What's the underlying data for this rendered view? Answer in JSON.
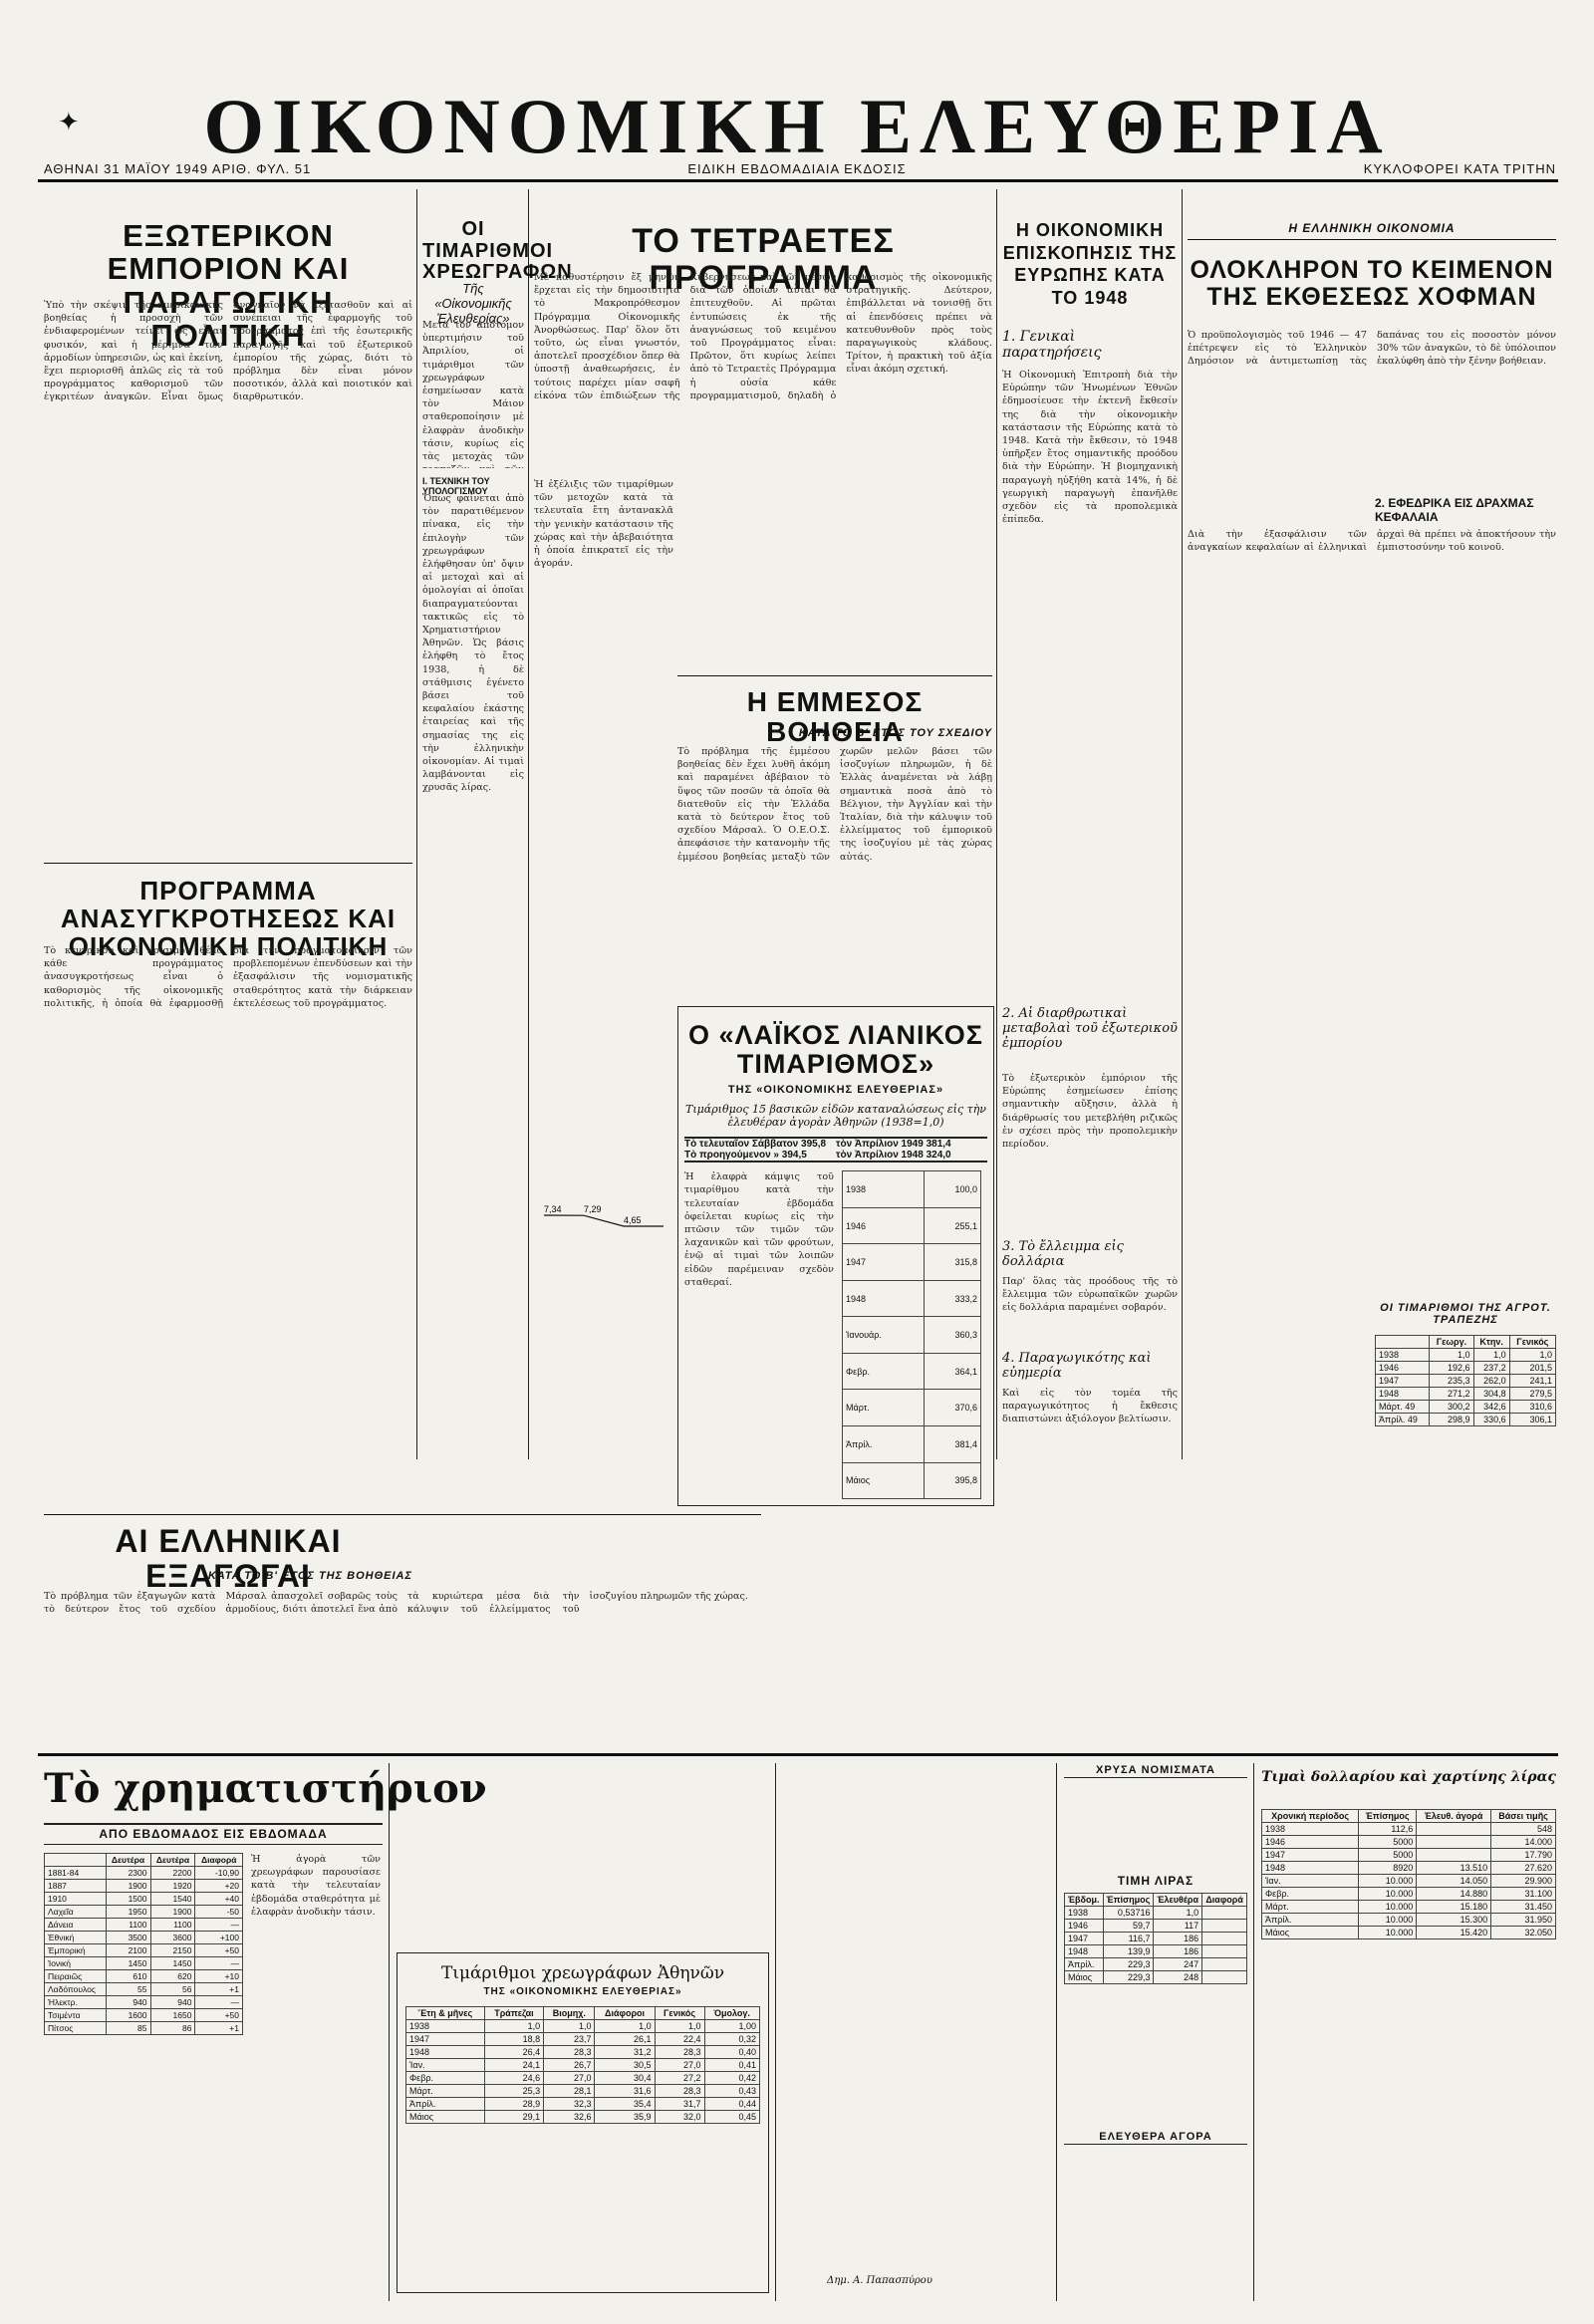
{
  "masthead": {
    "title": "ΟΙΚΟΝΟΜΙΚΗ ΕΛΕΥΘΕΡΙΑ",
    "date_issue": "ΑΘΗΝΑΙ 31 ΜΑΪΟΥ 1949 ΑΡΙΘ. ΦΥΛ. 51",
    "edition": "ΕΙΔΙΚΗ ΕΒΔΟΜΑΔΙΑΙΑ ΕΚΔΟΣΙΣ",
    "schedule": "ΚΥΚΛΟΦΟΡΕΙ ΚΑΤΑ ΤΡΙΤΗΝ"
  },
  "col1": {
    "h1": "ΕΞΩΤΕΡΙΚΟΝ ΕΜΠΟΡΙΟΝ ΚΑΙ ΠΑΡΑΓΩΓΙΚΗ ΠΟΛΙΤΙΚΗ",
    "t1": "Ὑπὸ τὴν σκέψιν τῆς ἀμερικανικῆς βοηθείας ἡ προσοχὴ τῶν ἐνδιαφερομένων τείνει ὡς εἶναι φυσικόν, καὶ ἡ μέριμνα τῶν ἀρμοδίων ὑπηρεσιῶν, ὡς καὶ ἐκείνη, ἔχει περιορισθῆ ἁπλῶς εἰς τὰ τοῦ προγράμματος καθορισμοῦ τῶν ἐγκριτέων ἀναγκῶν. Εἶναι ὅμως ἀναγκαῖον νὰ ἐξετασθοῦν καὶ αἱ συνέπειαι τῆς ἐφαρμογῆς τοῦ προγράμματος ἐπὶ τῆς ἐσωτερικῆς παραγωγῆς καὶ τοῦ ἐξωτερικοῦ ἐμπορίου τῆς χώρας, διότι τὸ πρόβλημα δὲν εἶναι μόνον ποσοτικόν, ἀλλὰ καὶ ποιοτικόν καὶ διαρθρωτικόν.",
    "h2": "ΠΡΟΓΡΑΜΜΑ ΑΝΑΣΥΓΚΡΟΤΗΣΕΩΣ ΚΑΙ ΟΙΚΟΝΟΜΙΚΗ ΠΟΛΙΤΙΚΗ",
    "t2": "Τὸ κεντρικὸν καὶ κρίσιμον θέμα κάθε προγράμματος ἀνασυγκροτήσεως εἶναι ὁ καθορισμὸς τῆς οἰκονομικῆς πολιτικῆς, ἡ ὁποία θὰ ἐφαρμοσθῇ διὰ τὴν πραγματοποίησιν τῶν προβλεπομένων ἐπενδύσεων καὶ τὴν ἐξασφάλισιν τῆς νομισματικῆς σταθερότητος κατὰ τὴν διάρκειαν ἐκτελέσεως τοῦ προγράμματος.",
    "h3": "ΑΙ ΕΛΛΗΝΙΚΑΙ ΕΞΑΓΩΓΑΙ",
    "s3": "ΚΑΤΑ ΤΟ Β' ΕΤΟΣ ΤΗΣ ΒΟΗΘΕΙΑΣ",
    "t3": "Τὸ πρόβλημα τῶν ἐξαγωγῶν κατὰ τὸ δεύτερον ἔτος τοῦ σχεδίου Μάρσαλ ἀπασχολεῖ σοβαρῶς τοὺς ἀρμοδίους, διότι ἀποτελεῖ ἕνα ἀπὸ τὰ κυριώτερα μέσα διὰ τὴν κάλυψιν τοῦ ἐλλείμματος τοῦ ἰσοζυγίου πληρωμῶν τῆς χώρας."
  },
  "col2": {
    "h1": "ΟΙ ΤΙΜΑΡΙΘΜΟΙ ΧΡΕΩΓΡΑΦΩΝ",
    "sub1": "Τῆς «Οἰκονομικῆς Ἐλευθερίας»",
    "t1": "Μετὰ τὸν ἀπότομον ὑπερτιμήσιν τοῦ Ἀπριλίου, οἱ τιμάριθμοι τῶν χρεωγράφων ἐσημείωσαν κατὰ τὸν Μάιον σταθεροποίησιν μὲ ἐλαφρὰν ἀνοδικὴν τάσιν, κυρίως εἰς τὰς μετοχὰς τῶν τραπεζῶν καὶ τῶν βιομηχανικῶν ἐπιχειρήσεων.",
    "sub2": "I. ΤΕΧΝΙΚΗ ΤΟΥ ΥΠΟΛΟΓΙΣΜΟΥ",
    "t2": "Ὅπως φαίνεται ἀπὸ τὸν παρατιθέμενον πίνακα, εἰς τὴν ἐπιλογὴν τῶν χρεωγράφων ἐλήφθησαν ὑπ' ὄψιν αἱ μετοχαὶ καὶ αἱ ὁμολογίαι αἱ ὁποῖαι διαπραγματεύονται τακτικῶς εἰς τὸ Χρηματιστήριον Ἀθηνῶν. Ὡς βάσις ἐλήφθη τὸ ἔτος 1938, ἡ δὲ στάθμισις ἐγένετο βάσει τοῦ κεφαλαίου ἑκάστης ἐταιρείας καὶ τῆς σημασίας της εἰς τὴν ἑλληνικὴν οἰκονομίαν. Αἱ τιμαὶ λαμβάνονται εἰς χρυσᾶς λίρας.",
    "t3": "Ἡ ἐξέλιξις τῶν τιμαρίθμων τῶν μετοχῶν κατὰ τὰ τελευταῖα ἔτη ἀντανακλᾶ τὴν γενικὴν κατάστασιν τῆς χώρας καὶ τὴν ἀβεβαιότητα ἡ ὁποία ἐπικρατεῖ εἰς τὴν ἀγοράν."
  },
  "center": {
    "h1": "ΤΟ ΤΕΤΡΑΕΤΕΣ ΠΡΟΓΡΑΜΜΑ",
    "t1": "Μὲ καθυστέρησιν ἕξ μηνῶν ἔρχεται εἰς τὴν δημοσιότητα τὸ Μακροπρόθεσμον Πρόγραμμα Οἰκονομικῆς Ἀνορθώσεως. Παρ' ὅλον ὅτι τοῦτο, ὡς εἶναι γνωστόν, ἀποτελεῖ προσχέδιον ὅπερ θὰ ὑποστῇ ἀναθεωρήσεις, ἐν τούτοις παρέχει μίαν σαφῆ εἰκόνα τῶν ἐπιδιώξεων τῆς Κυβερνήσεως καὶ τῶν μέσων διὰ τῶν ὁποίων αὗται θὰ ἐπιτευχθοῦν. Αἱ πρῶται ἐντυπώσεις ἐκ τῆς ἀναγνώσεως τοῦ κειμένου τοῦ Προγράμματος εἶναι: Πρῶτον, ὅτι κυρίως λείπει ἀπὸ τὸ Τετραετὲς Πρόγραμμα ἡ οὐσία κάθε προγραμματισμοῦ, δηλαδὴ ὁ καθορισμὸς τῆς οἰκονομικῆς στρατηγικῆς. Δεύτερον, ἐπιβάλλεται νὰ τονισθῇ ὅτι αἱ ἐπενδύσεις πρέπει νὰ κατευθυνθοῦν πρὸς τοὺς παραγωγικοὺς κλάδους. Τρίτον, ἡ πρακτικὴ τοῦ ἀξία εἶναι ἀκόμη σχετική.",
    "h2": "Η ΕΜΜΕΣΟΣ ΒΟΗΘΕΙΑ",
    "s2": "ΚΑΤΑ ΤΟ Β' ΕΤΟΣ ΤΟΥ ΣΧΕΔΙΟΥ",
    "t2": "Τὸ πρόβλημα τῆς ἐμμέσου βοηθείας δὲν ἔχει λυθῆ ἀκόμη καὶ παραμένει ἀβέβαιον τὸ ὕψος τῶν ποσῶν τὰ ὁποῖα θὰ διατεθοῦν εἰς τὴν Ἑλλάδα κατὰ τὸ δεύτερον ἔτος τοῦ σχεδίου Μάρσαλ. Ὁ Ο.Ε.Ο.Σ. ἀπεφάσισε τὴν κατανομὴν τῆς ἐμμέσου βοηθείας μεταξὺ τῶν χωρῶν μελῶν βάσει τῶν ἰσοζυγίων πληρωμῶν, ἡ δὲ Ἑλλὰς ἀναμένεται νὰ λάβῃ σημαντικὰ ποσὰ ἀπὸ τὸ Βέλγιον, τὴν Ἀγγλίαν καὶ τὴν Ἰταλίαν, διὰ τὴν κάλυψιν τοῦ ἐλλείμματος τοῦ ἐμπορικοῦ της ἰσοζυγίου μὲ τὰς χώρας αὐτάς.",
    "h3": "Ο «ΛΑΪΚΟΣ ΛΙΑΝΙΚΟΣ ΤΙΜΑΡΙΘΜΟΣ»",
    "s3": "ΤΗΣ «ΟΙΚΟΝΟΜΙΚΗΣ ΕΛΕΥΘΕΡΙΑΣ»",
    "s3b": "Τιμάριθμος 15 βασικῶν εἰδῶν καταναλώσεως εἰς τὴν ἐλευθέραν ἀγορὰν Ἀθηνῶν (1938=1,0)",
    "r1a": "Τὸ τελευταῖον Σάββατον 395,8",
    "r1b": "τὸν Ἀπρίλιον 1949  381,4",
    "r2a": "Τὸ προηγούμενον  »  394,5",
    "r2b": "τὸν Ἀπρίλιον 1948  324,0",
    "t3": "Ἡ ἐλαφρὰ κάμψις τοῦ τιμαρίθμου κατὰ τὴν τελευταίαν ἑβδομάδα ὀφείλεται κυρίως εἰς τὴν πτῶσιν τῶν τιμῶν τῶν λαχανικῶν καὶ τῶν φρούτων, ἐνῷ αἱ τιμαὶ τῶν λοιπῶν εἰδῶν παρέμειναν σχεδὸν σταθεραί."
  },
  "col4": {
    "h1": "Η ΟΙΚΟΝΟΜΙΚΗ ΕΠΙΣΚΟΠΗΣΙΣ ΤΗΣ ΕΥΡΩΠΗΣ ΚΑΤΑ ΤΟ 1948",
    "sub1": "1. Γενικαὶ παρατηρήσεις",
    "t1": "Ἡ Οἰκονομικὴ Ἐπιτροπὴ διὰ τὴν Εὐρώπην τῶν Ἡνωμένων Ἐθνῶν ἐδημοσίευσε τὴν ἐκτενῆ ἔκθεσίν της διὰ τὴν οἰκονομικὴν κατάστασιν τῆς Εὐρώπης κατὰ τὸ 1948. Κατὰ τὴν ἔκθεσιν, τὸ 1948 ὑπῆρξεν ἔτος σημαντικῆς προόδου διὰ τὴν Εὐρώπην. Ἡ βιομηχανικὴ παραγωγὴ ηὐξήθη κατὰ 14%, ἡ δὲ γεωργικὴ παραγωγὴ ἐπανῆλθε σχεδὸν εἰς τὰ προπολεμικὰ ἐπίπεδα.",
    "sub2": "2. Αἱ διαρθρωτικαὶ μεταβολαὶ τοῦ ἐξωτερικοῦ ἐμπορίου",
    "t2": "Τὸ ἐξωτερικὸν ἐμπόριον τῆς Εὐρώπης ἐσημείωσεν ἐπίσης σημαντικὴν αὔξησιν, ἀλλὰ ἡ διάρθρωσίς του μετεβλήθη ριζικῶς ἐν σχέσει πρὸς τὴν προπολεμικὴν περίοδον.",
    "sub3": "3. Τὸ ἔλλειμμα εἰς δολλάρια",
    "t3": "Παρ' ὅλας τὰς προόδους τῆς τὸ ἔλλειμμα τῶν εὐρωπαϊκῶν χωρῶν εἰς δολλάρια παραμένει σοβαρόν.",
    "sub4": "4. Παραγωγικότης καὶ εὐημερία",
    "t4": "Καὶ εἰς τὸν τομέα τῆς παραγωγικότητος ἡ ἔκθεσις διαπιστώνει ἀξιόλογον βελτίωσιν."
  },
  "col5": {
    "kicker": "Η ΕΛΛΗΝΙΚΗ ΟΙΚΟΝΟΜΙΑ",
    "h1": "ΟΛΟΚΛΗΡΟΝ ΤΟ ΚΕΙΜΕΝΟΝ ΤΗΣ ΕΚΘΕΣΕΩΣ ΧΟΦΜΑΝ",
    "t1": "Ὁ προϋπολογισμὸς τοῦ 1946 — 47 ἐπέτρεψεν εἰς τὸ Ἑλληνικὸν Δημόσιον νὰ ἀντιμετωπίσῃ τὰς δαπάνας του εἰς ποσοστὸν μόνον 30% τῶν ἀναγκῶν, τὸ δὲ ὑπόλοιπον ἐκαλύφθη ἀπὸ τὴν ξένην βοήθειαν.",
    "sub2": "2. ΕΦΕΔΡΙΚΑ ΕΙΣ ΔΡΑΧΜΑΣ ΚΕΦΑΛΑΙΑ",
    "t2": "Διὰ τὴν ἐξασφάλισιν τῶν ἀναγκαίων κεφαλαίων αἱ ἑλληνικαὶ ἀρχαὶ θὰ πρέπει νὰ ἀποκτήσουν τὴν ἐμπιστοσύνην τοῦ κοινοῦ.",
    "h3": "ΟΙ ΤΙΜΑΡΙΘΜΟΙ ΤΗΣ ΑΓΡΟΤ. ΤΡΑΠΕΖΗΣ"
  },
  "bottom": {
    "stock_title": "Τὸ χρηματιστήριον",
    "stock_sub": "ΑΠΟ ΕΒΔΟΜΑΔΟΣ ΕΙΣ ΕΒΔΟΜΑΔΑ",
    "stock_t": "Ἡ ἀγορὰ τῶν χρεωγράφων παρουσίασε κατὰ τὴν τελευταίαν ἑβδομάδα σταθερότητα μὲ ἐλαφρὰν ἀνοδικὴν τάσιν.",
    "sec_title": "Τιμάριθμοι χρεωγράφων Ἀθηνῶν",
    "sec_sub": "ΤΗΣ «ΟΙΚΟΝΟΜΙΚΗΣ ΕΛΕΥΘΕΡΙΑΣ»",
    "pound_title": "ΤΙΜΗ ΛΙΡΑΣ",
    "dollar_title": "Τιμαὶ δολλαρίου καὶ χαρτίνης λίρας",
    "gold_title": "ΧΡΥΣΑ ΝΟΜΙΣΜΑΤΑ",
    "free_title": "ΕΛΕΥΘΕΡΑ ΑΓΟΡΑ",
    "signature": "Δημ. Α. Παπασπύρου"
  },
  "tables": {
    "stocks_head": [
      "",
      "Δευτέρα",
      "Δευτέρα",
      "Διαφορά"
    ],
    "stocks_rows": [
      [
        "1881-84",
        "2300",
        "2200",
        "-10,90"
      ],
      [
        "1887",
        "1900",
        "1920",
        "+20"
      ],
      [
        "1910",
        "1500",
        "1540",
        "+40"
      ],
      [
        "Λαχεῖα",
        "1950",
        "1900",
        "-50"
      ],
      [
        "Δάνεια",
        "1100",
        "1100",
        "—"
      ],
      [
        "Ἐθνική",
        "3500",
        "3600",
        "+100"
      ],
      [
        "Ἐμπορική",
        "2100",
        "2150",
        "+50"
      ],
      [
        "Ἰονική",
        "1450",
        "1450",
        "—"
      ],
      [
        "Πειραιῶς",
        "610",
        "620",
        "+10"
      ],
      [
        "Λαδόπουλος",
        "55",
        "56",
        "+1"
      ],
      [
        "Ἠλεκτρ.",
        "940",
        "940",
        "—"
      ],
      [
        "Τσιμέντα",
        "1600",
        "1650",
        "+50"
      ],
      [
        "Πίτσος",
        "85",
        "86",
        "+1"
      ]
    ],
    "laiko_rows": [
      [
        "1938",
        "100,0"
      ],
      [
        "1946",
        "255,1"
      ],
      [
        "1947",
        "315,8"
      ],
      [
        "1948",
        "333,2"
      ],
      [
        "Ἰανουάρ.",
        "360,3"
      ],
      [
        "Φεβρ.",
        "364,1"
      ],
      [
        "Μάρτ.",
        "370,6"
      ],
      [
        "Ἀπρίλ.",
        "381,4"
      ],
      [
        "Μάιος",
        "395,8"
      ]
    ],
    "agro_head": [
      "",
      "Γεωργ.",
      "Κτην.",
      "Γενικός"
    ],
    "agro_rows": [
      [
        "1938",
        "1,0",
        "1,0",
        "1,0"
      ],
      [
        "1946",
        "192,6",
        "237,2",
        "201,5"
      ],
      [
        "1947",
        "235,3",
        "262,0",
        "241,1"
      ],
      [
        "1948",
        "271,2",
        "304,8",
        "279,5"
      ],
      [
        "Μάρτ. 49",
        "300,2",
        "342,6",
        "310,6"
      ],
      [
        "Ἀπρίλ. 49",
        "298,9",
        "330,6",
        "306,1"
      ]
    ],
    "pound_head": [
      "Ἑβδομ.",
      "Ἐπίσημος",
      "Ἐλευθέρα",
      "Διαφορά"
    ],
    "pound_rows": [
      [
        "1938",
        "0,53716",
        "1,0",
        ""
      ],
      [
        "1946",
        "59,7",
        "117",
        ""
      ],
      [
        "1947",
        "116,7",
        "186",
        ""
      ],
      [
        "1948",
        "139,9",
        "186",
        ""
      ],
      [
        "Ἀπρίλ.",
        "229,3",
        "247",
        ""
      ],
      [
        "Μάιος",
        "229,3",
        "248",
        ""
      ]
    ],
    "dollar_head": [
      "Χρονική περίοδος",
      "Ἐπίσημος",
      "Ἐλευθ. ἀγορά",
      "Βάσει τιμῆς"
    ],
    "dollar_rows": [
      [
        "1938",
        "112,6",
        "",
        "548"
      ],
      [
        "1946",
        "5000",
        "",
        "14.000"
      ],
      [
        "1947",
        "5000",
        "",
        "17.790"
      ],
      [
        "1948",
        "8920",
        "13.510",
        "27.620"
      ],
      [
        "Ἰαν.",
        "10.000",
        "14.050",
        "29.900"
      ],
      [
        "Φεβρ.",
        "10.000",
        "14.880",
        "31.100"
      ],
      [
        "Μάρτ.",
        "10.000",
        "15.180",
        "31.450"
      ],
      [
        "Ἀπρίλ.",
        "10.000",
        "15.300",
        "31.950"
      ],
      [
        "Μάιος",
        "10.000",
        "15.420",
        "32.050"
      ]
    ],
    "sec_head": [
      "Ἔτη & μῆνες",
      "Τράπεζαι",
      "Βιομηχ.",
      "Διάφοροι",
      "Γενικός",
      "Ὁμολογ."
    ],
    "sec_rows": [
      [
        "1938",
        "1,0",
        "1,0",
        "1,0",
        "1,0",
        "1,00"
      ],
      [
        "1947",
        "18,8",
        "23,7",
        "26,1",
        "22,4",
        "0,32"
      ],
      [
        "1948",
        "26,4",
        "28,3",
        "31,2",
        "28,3",
        "0,40"
      ],
      [
        "Ἰαν.",
        "24,1",
        "26,7",
        "30,5",
        "27,0",
        "0,41"
      ],
      [
        "Φεβρ.",
        "24,6",
        "27,0",
        "30,4",
        "27,2",
        "0,42"
      ],
      [
        "Μάρτ.",
        "25,3",
        "28,1",
        "31,6",
        "28,3",
        "0,43"
      ],
      [
        "Ἀπρίλ.",
        "28,9",
        "32,3",
        "35,4",
        "31,7",
        "0,44"
      ],
      [
        "Μάιος",
        "29,1",
        "32,6",
        "35,9",
        "32,0",
        "0,45"
      ]
    ]
  },
  "chart_data": {
    "type": "line",
    "x": [
      "1",
      "2",
      "3",
      "4"
    ],
    "values": [
      7.34,
      7.29,
      4.65,
      4.65
    ],
    "labels": [
      "7,34",
      "7,29",
      "4,65"
    ]
  }
}
